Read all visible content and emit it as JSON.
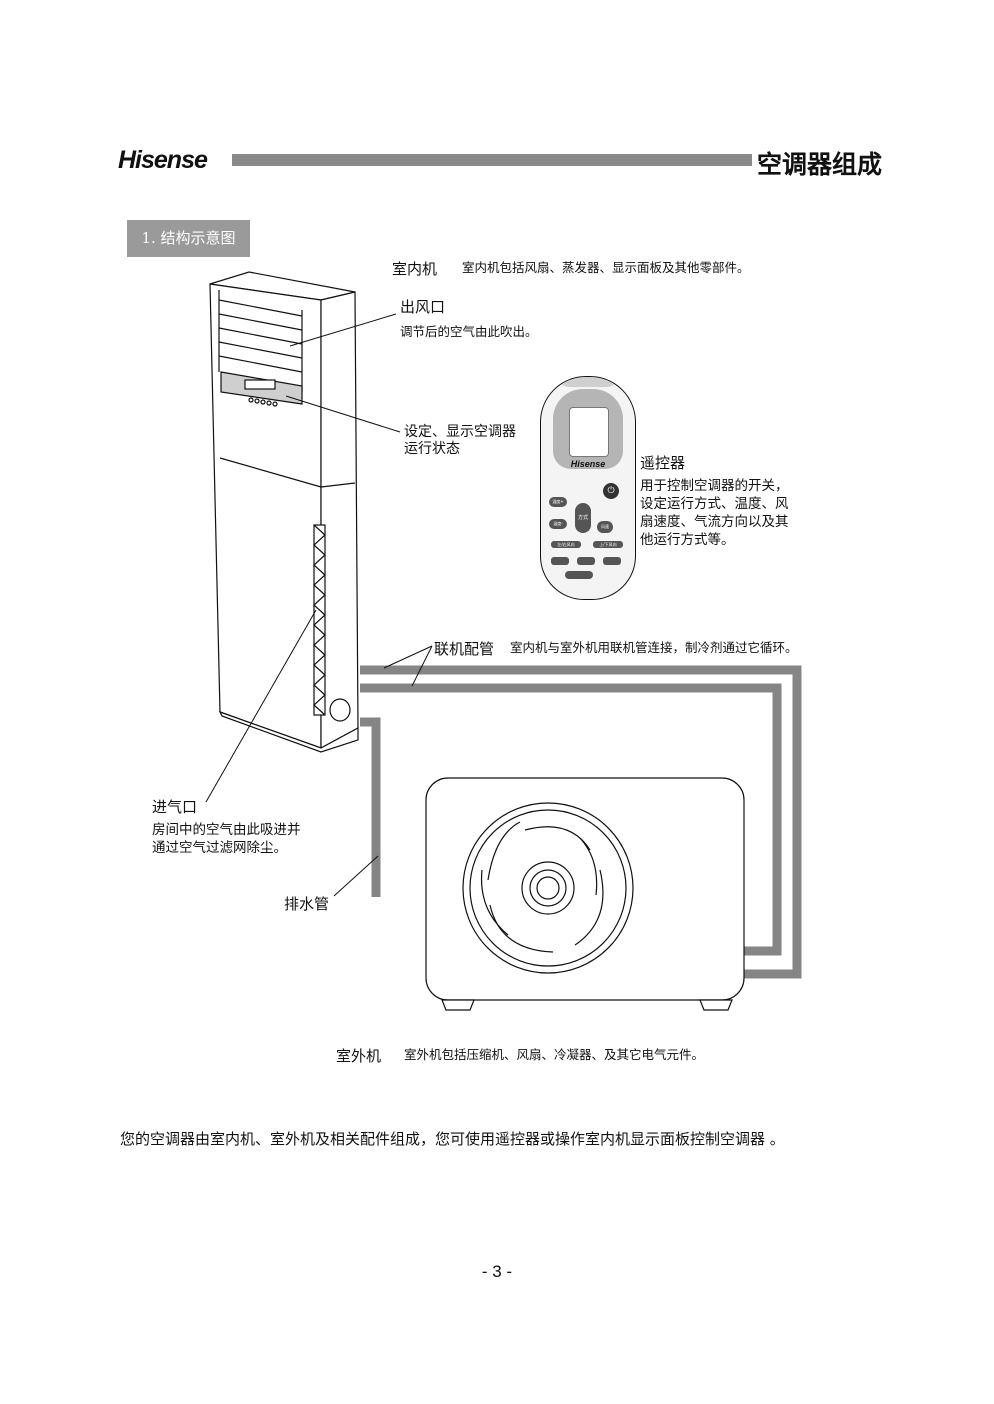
{
  "header": {
    "brand": "Hisense",
    "title": "空调器组成"
  },
  "section": {
    "label": "1. 结构示意图"
  },
  "indoor_unit": {
    "label": "室内机",
    "desc": "室内机包括风扇、蒸发器、显示面板及其他零部件。"
  },
  "air_outlet": {
    "label": "出风口",
    "desc": "调节后的空气由此吹出。"
  },
  "display_panel": {
    "line1": "设定、显示空调器",
    "line2": "运行状态"
  },
  "remote": {
    "label": "遥控器",
    "lines": [
      "用于控制空调器的开关，",
      "设定运行方式、温度、风",
      "扇速度、气流方向以及其",
      "他运行方式等。"
    ],
    "brand": "Hisense",
    "buttons": {
      "fan": "风速",
      "mode": "方式",
      "temp_up": "温度+",
      "temp_down": "温度-",
      "swing_lr": "左/右风向",
      "swing_ud": "上/下风向"
    }
  },
  "pipe": {
    "label": "联机配管",
    "desc": "室内机与室外机用联机管连接，制冷剂通过它循环。"
  },
  "air_inlet": {
    "label": "进气口",
    "line1": "房间中的空气由此吸进并",
    "line2": "通过空气过滤网除尘。"
  },
  "drain": {
    "label": "排水管"
  },
  "outdoor_unit": {
    "label": "室外机",
    "desc": "室外机包括压缩机、风扇、冷凝器、及其它电气元件。"
  },
  "body_text": "您的空调器由室内机、室外机及相关配件组成，您可使用遥控器或操作室内机显示面板控制空调器 。",
  "page_number": "- 3 -",
  "colors": {
    "header_bar": "#8a8a8a",
    "section_box": "#9a9a9a",
    "pipe": "#858585",
    "line": "#111111"
  }
}
